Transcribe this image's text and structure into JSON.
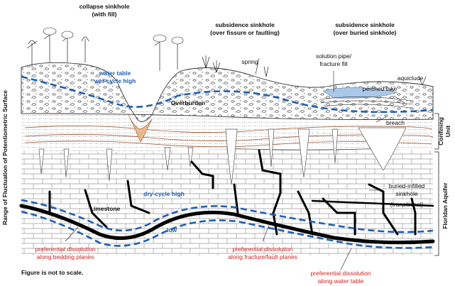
{
  "labels": {
    "collapse_sinkhole": "collapse sinkhole",
    "collapse_sinkhole_sub": "(with fill)",
    "subsidence_fissure": "subsidence sinkhole",
    "subsidence_fissure_sub": "(over fissure or faulting)",
    "subsidence_buried": "subsidence sinkhole",
    "subsidence_buried_sub": "(over buried sinkhole)",
    "water_table": "water table",
    "wet_cycle_high": "wet-cycle high",
    "spring": "spring",
    "solution_pipe": "solution pipe/",
    "fracture_fill": "fracture fill",
    "aquiclude": "aquiclude",
    "perched_lake": "perched lake",
    "overburden": "Overburden",
    "breach": "breach",
    "dry_cycle_high": "dry-cycle high",
    "low": "low",
    "limestone": "Limestone",
    "buried_infilled": "buried-infilled",
    "sinkhole": "sinkhole",
    "transitional": "(transitional)",
    "pref_bedding_1": "preferential dissolution",
    "pref_bedding_2": "along bedding planes",
    "pref_fracture_1": "preferential dissolution",
    "pref_fracture_2": "along fracture/fault planes",
    "pref_water_1": "preferential dissolution",
    "pref_water_2": "along water table",
    "not_to_scale": "Figure is not to scale.",
    "range_fluctuation": "Range of Fluctuation of Potentiometric Surface",
    "confining_unit_1": "Confining",
    "confining_unit_2": "Unit",
    "floridan_aquifer": "Floridan Aquifer"
  },
  "colors": {
    "water_table_blue": "#1f5fb4",
    "annotation_red": "#d21f1f",
    "conduit_black": "#000000",
    "sinkhole_fill_tan": "#e8b98f",
    "clay_layer_brown": "#a0522d",
    "perched_lake_blue": "#a9c8ea"
  }
}
